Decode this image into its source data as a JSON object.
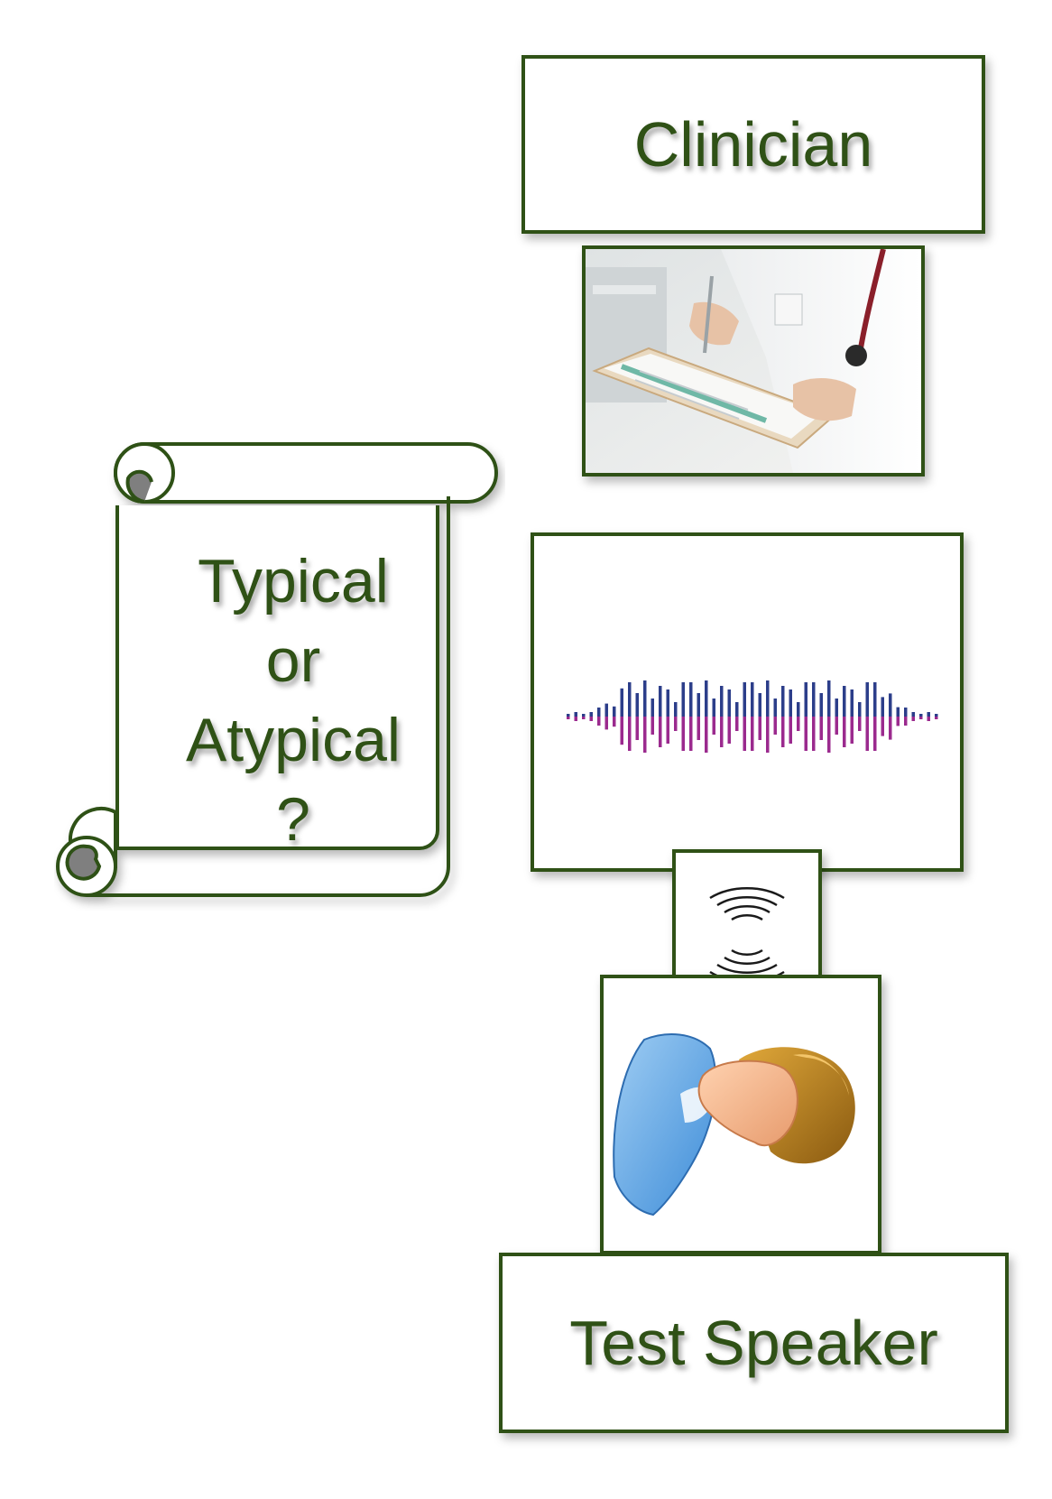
{
  "clinician": {
    "label": "Clinician"
  },
  "question": {
    "line1": "Typical",
    "line2": "or",
    "line3": "Atypical",
    "line4": "?"
  },
  "speaker": {
    "label": "Test Speaker"
  },
  "icons": {
    "photo": "clinician-writing-photo",
    "waveform": "audio-waveform-icon",
    "sound_waves": "sound-waves-icon",
    "person": "speaking-person-icon",
    "scroll": "scroll-icon"
  },
  "colors": {
    "border": "#2f5116",
    "text": "#2f5116",
    "wave_top": "#2c3e8a",
    "wave_bottom": "#9b2a8e"
  }
}
